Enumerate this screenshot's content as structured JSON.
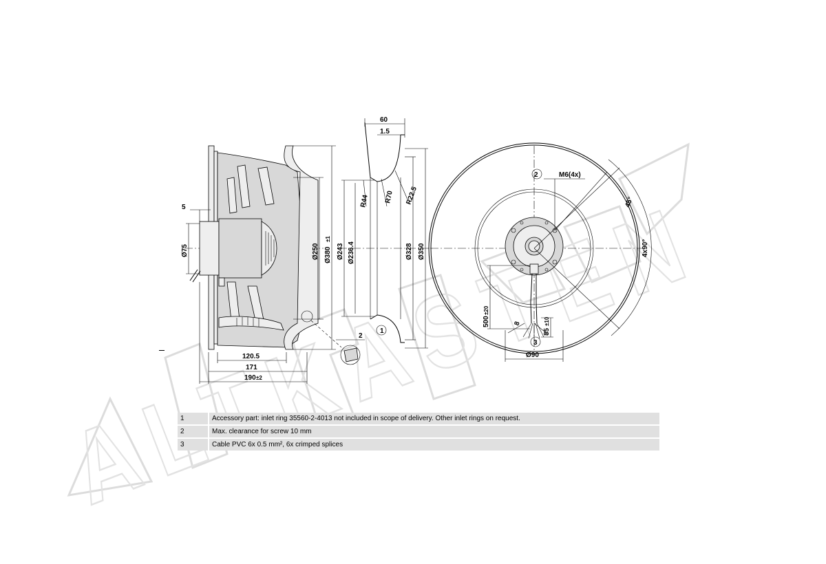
{
  "watermark": "ALTKASTEN",
  "side_view": {
    "dimensions": {
      "offset_5": "5",
      "dia_75": "Ø75",
      "dia_250": "Ø250",
      "dia_380": "Ø380",
      "dia_380_tol": "±1",
      "gap_2": "2",
      "len_120_5": "120.5",
      "len_171": "171",
      "len_190": "190",
      "len_190_tol": "±2"
    }
  },
  "inlet_ring": {
    "callout": "1",
    "dimensions": {
      "width_60": "60",
      "width_1_5": "1.5",
      "r44": "R44",
      "r70": "R70",
      "r22_5": "R22.5",
      "dia_243": "Ø243",
      "dia_236_4": "Ø236.4",
      "dia_328": "Ø328",
      "dia_350": "Ø350"
    }
  },
  "front_view": {
    "callout_2": "2",
    "callout_3": "3",
    "dimensions": {
      "m6": "M6(4x)",
      "angle_45": "45°",
      "angle_4x90": "4x90°",
      "len_500": "500",
      "len_500_tol": "±20",
      "len_8": "8",
      "len_85": "85",
      "len_85_tol": "±10",
      "dia_90": "Ø90"
    }
  },
  "notes": [
    {
      "num": "1",
      "text": "Accessory part: inlet ring 35560-2-4013 not included in scope of delivery. Other inlet rings on request."
    },
    {
      "num": "2",
      "text": "Max. clearance for screw 10 mm"
    },
    {
      "num": "3",
      "text": "Cable PVC 6x 0.5 mm², 6x crimped splices"
    }
  ]
}
